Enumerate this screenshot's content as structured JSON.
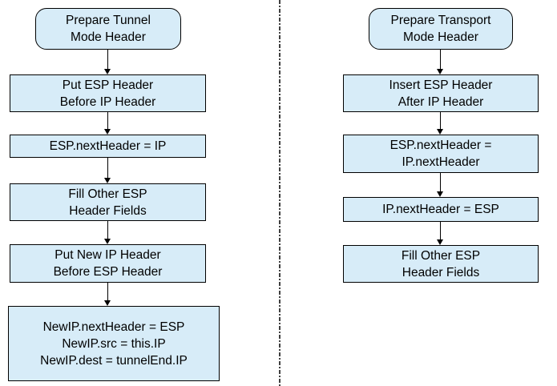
{
  "diagram": {
    "type": "flowchart",
    "colors": {
      "node_fill": "#d7ecf8",
      "node_border": "#000000",
      "arrow": "#000000",
      "separator": "#3f3f3f",
      "background": "#ffffff"
    },
    "flows": {
      "tunnel": {
        "steps": [
          {
            "shape": "terminator",
            "lines": [
              "Prepare Tunnel",
              "Mode Header"
            ]
          },
          {
            "shape": "process",
            "lines": [
              "Put ESP Header",
              "Before IP Header"
            ]
          },
          {
            "shape": "process",
            "lines": [
              "ESP.nextHeader = IP"
            ]
          },
          {
            "shape": "process",
            "lines": [
              "Fill Other ESP",
              "Header Fields"
            ]
          },
          {
            "shape": "process",
            "lines": [
              "Put New IP Header",
              "Before ESP Header"
            ]
          },
          {
            "shape": "process",
            "lines": [
              "NewIP.nextHeader = ESP",
              "NewIP.src = this.IP",
              "NewIP.dest = tunnelEnd.IP"
            ]
          }
        ]
      },
      "transport": {
        "steps": [
          {
            "shape": "terminator",
            "lines": [
              "Prepare Transport",
              "Mode Header"
            ]
          },
          {
            "shape": "process",
            "lines": [
              "Insert ESP Header",
              "After IP Header"
            ]
          },
          {
            "shape": "process",
            "lines": [
              "ESP.nextHeader =",
              "IP.nextHeader"
            ]
          },
          {
            "shape": "process",
            "lines": [
              "IP.nextHeader = ESP"
            ]
          },
          {
            "shape": "process",
            "lines": [
              "Fill Other ESP",
              "Header Fields"
            ]
          }
        ]
      }
    }
  }
}
